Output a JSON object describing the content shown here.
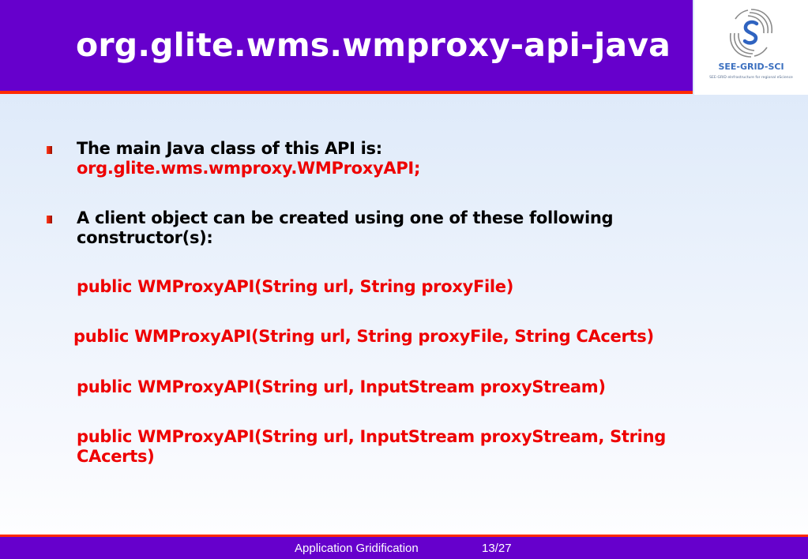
{
  "slide": {
    "title": "org.glite.wms.wmproxy-api-java",
    "logo": {
      "name": "SEE-GRID-SCI",
      "tagline": "SEE-GRID eInfrastructure for regional eScience"
    },
    "bullets": [
      {
        "line1": "The main Java class of this API is:",
        "line2": "org.glite.wms.wmproxy.WMProxyAPI;"
      },
      {
        "line1": "A client object can be created using one of these following",
        "line2": "constructor(s):"
      }
    ],
    "constructors": [
      "public WMProxyAPI(String url, String proxyFile)",
      "public WMProxyAPI(String url, String proxyFile, String CAcerts)",
      "public WMProxyAPI(String url, InputStream proxyStream)",
      "public WMProxyAPI(String url, InputStream proxyStream, String",
      "CAcerts)"
    ]
  },
  "footer": {
    "section": "Application Gridification",
    "page": "13/27"
  }
}
